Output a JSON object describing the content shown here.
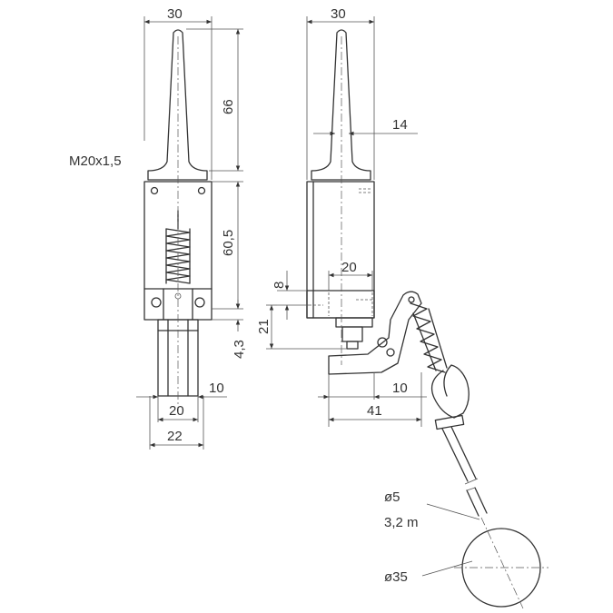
{
  "dimensions": {
    "front_width": "30",
    "side_width": "30",
    "rod_length": "66",
    "thread": "M20x1,5",
    "body_height": "60,5",
    "rod_dia": "14",
    "offset_8": "8",
    "width_20_top": "20",
    "height_21": "21",
    "height_4_3": "4,3",
    "width_10_left": "10",
    "width_20_bottom": "20",
    "width_22": "22",
    "width_10_right": "10",
    "width_41": "41",
    "cable_dia": "ø5",
    "cable_length": "3,2 m",
    "weight_dia": "ø35"
  },
  "colors": {
    "line": "#333333",
    "background": "#ffffff"
  }
}
